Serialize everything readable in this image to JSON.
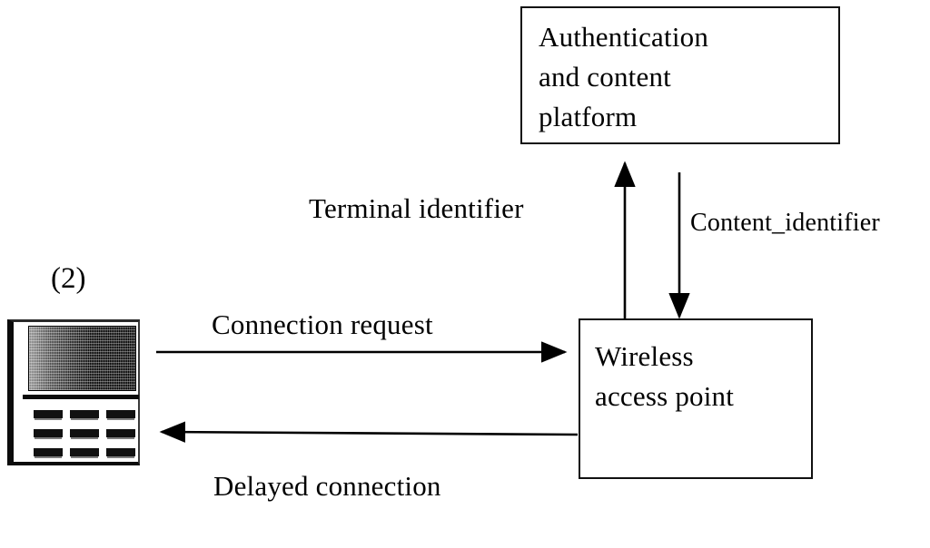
{
  "figure": {
    "reference_label": "(2)",
    "background_color": "#ffffff",
    "ink_color": "#000000"
  },
  "nodes": [
    {
      "id": "authentication-content-platform",
      "label": "Authentication\nand content\nplatform"
    },
    {
      "id": "wireless-access-point",
      "label": "Wireless\naccess point"
    },
    {
      "id": "terminal-device",
      "label": "(2)"
    }
  ],
  "edges": [
    {
      "id": "connection-request",
      "label": "Connection request",
      "from": "terminal-device",
      "to": "wireless-access-point",
      "direction": "right"
    },
    {
      "id": "delayed-connection",
      "label": "Delayed connection",
      "from": "wireless-access-point",
      "to": "terminal-device",
      "direction": "left"
    },
    {
      "id": "terminal-identifier",
      "label": "Terminal identifier",
      "from": "wireless-access-point",
      "to": "authentication-content-platform",
      "direction": "up"
    },
    {
      "id": "content-identifier",
      "label": "Content_identifier",
      "from": "authentication-content-platform",
      "to": "wireless-access-point",
      "direction": "down"
    }
  ],
  "boxes": {
    "auth_platform_text": "Authentication\nand content\nplatform",
    "access_point_text": "Wireless\naccess point"
  },
  "labels": {
    "terminal_identifier": "Terminal identifier",
    "content_identifier": "Content_identifier",
    "connection_request": "Connection request",
    "delayed_connection": "Delayed connection",
    "figure_reference": "(2)"
  },
  "icons": {
    "device": "mobile-terminal-icon",
    "arrow_right": "arrow-right-icon",
    "arrow_left": "arrow-left-icon",
    "arrow_up": "arrow-up-icon",
    "arrow_down": "arrow-down-icon"
  }
}
